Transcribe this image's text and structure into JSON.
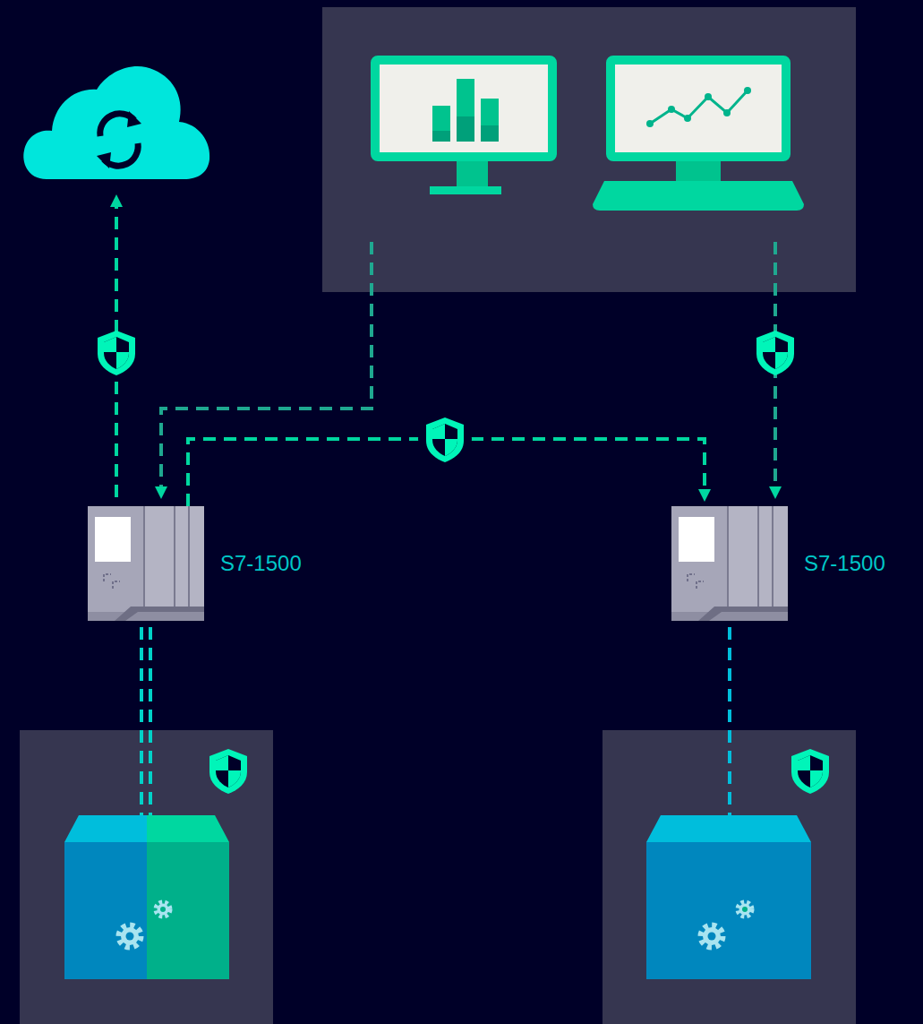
{
  "diagram": {
    "nodes": [
      {
        "text": [
          "S7-1500"
        ]
      },
      {
        "text": [
          "S7-1500"
        ]
      }
    ],
    "edges": [
      {
        "from": 0,
        "to": 1,
        "arrow": "to"
      }
    ]
  }
}
